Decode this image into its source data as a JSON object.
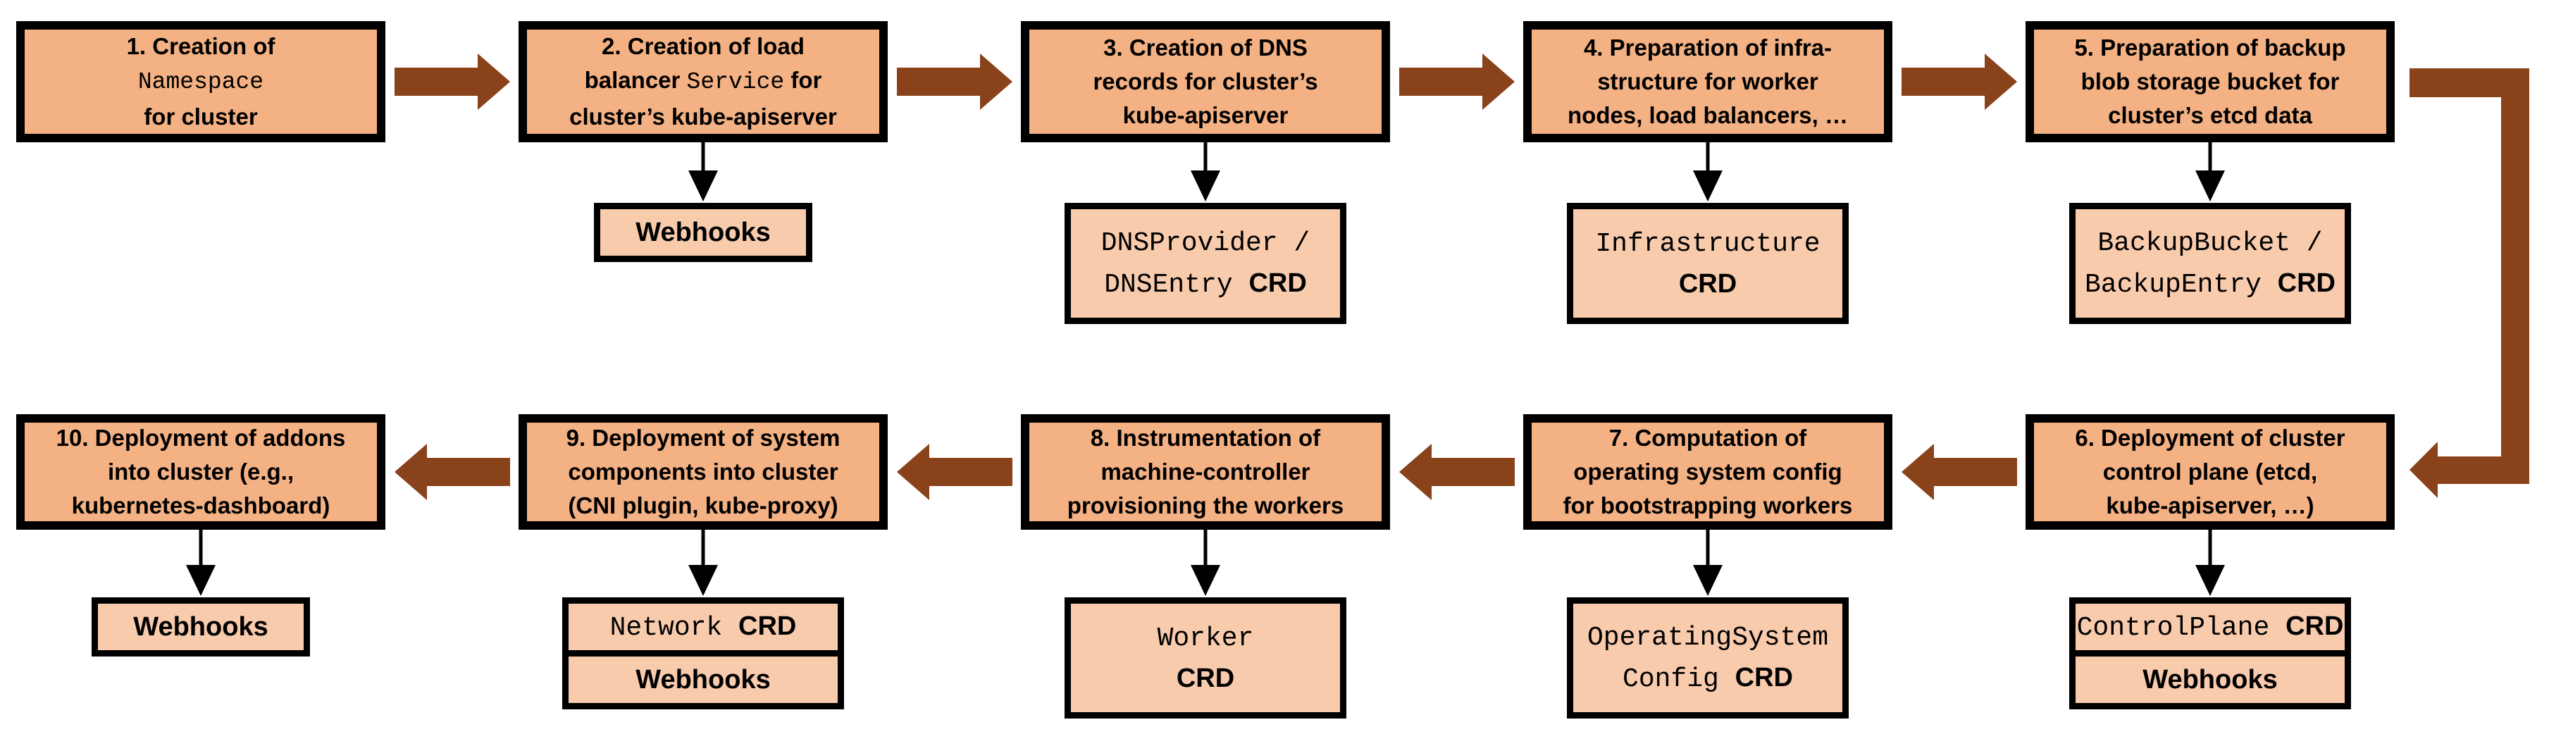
{
  "colors": {
    "step_fill": "#F4B183",
    "artifact_fill": "#F8CBAD",
    "border": "#000000",
    "flow_arrow": "#8A421B",
    "connector": "#000000",
    "background": "#FFFFFF"
  },
  "connections": [
    "1→2",
    "2→3",
    "3→4",
    "4→5",
    "5→6",
    "6→7",
    "7→8",
    "8→9",
    "9→10"
  ],
  "flow": {
    "top_row": "steps 1-5, arrows point right",
    "bottom_row": "steps 6-10, arrows point left",
    "turn": "after step 5 flow turns down on the right edge into step 6"
  },
  "steps": [
    {
      "id": 1,
      "title": [
        {
          "t": "1. Creation of\n"
        },
        {
          "t": "Namespace",
          "s": "mono"
        },
        {
          "t": "\nfor cluster"
        }
      ],
      "artifact": null
    },
    {
      "id": 2,
      "title": [
        {
          "t": "2. Creation of load\nbalancer "
        },
        {
          "t": "Service",
          "s": "mono"
        },
        {
          "t": " for\ncluster’s kube-apiserver"
        }
      ],
      "artifact": {
        "type": "single",
        "lines": [
          {
            "t": "Webhooks"
          }
        ]
      }
    },
    {
      "id": 3,
      "title": [
        {
          "t": "3. Creation of DNS\nrecords for cluster’s\nkube-apiserver"
        }
      ],
      "artifact": {
        "type": "single",
        "lines": [
          {
            "t": "DNSProvider /\nDNSEntry ",
            "s": "mono"
          },
          {
            "t": "CRD"
          }
        ]
      }
    },
    {
      "id": 4,
      "title": [
        {
          "t": "4. Preparation of infra-\nstructure for worker\nnodes, load balancers, …"
        }
      ],
      "artifact": {
        "type": "single",
        "lines": [
          {
            "t": "Infrastructure\n",
            "s": "mono"
          },
          {
            "t": "CRD"
          }
        ]
      }
    },
    {
      "id": 5,
      "title": [
        {
          "t": "5. Preparation of backup\nblob storage bucket for\ncluster’s etcd data"
        }
      ],
      "artifact": {
        "type": "single",
        "lines": [
          {
            "t": "BackupBucket /\nBackupEntry ",
            "s": "mono"
          },
          {
            "t": "CRD"
          }
        ]
      }
    },
    {
      "id": 6,
      "title": [
        {
          "t": "6. Deployment of cluster\ncontrol plane (etcd,\nkube-apiserver, …)"
        }
      ],
      "artifact": {
        "type": "stack",
        "cells": [
          [
            {
              "t": "ControlPlane ",
              "s": "mono"
            },
            {
              "t": "CRD"
            }
          ],
          [
            {
              "t": "Webhooks"
            }
          ]
        ]
      }
    },
    {
      "id": 7,
      "title": [
        {
          "t": "7. Computation of\noperating system config\nfor bootstrapping workers"
        }
      ],
      "artifact": {
        "type": "single",
        "lines": [
          {
            "t": "OperatingSystem\nConfig ",
            "s": "mono"
          },
          {
            "t": "CRD"
          }
        ]
      }
    },
    {
      "id": 8,
      "title": [
        {
          "t": "8. Instrumentation of\nmachine-controller\nprovisioning the workers"
        }
      ],
      "artifact": {
        "type": "single",
        "lines": [
          {
            "t": "Worker\n",
            "s": "mono"
          },
          {
            "t": "CRD"
          }
        ]
      }
    },
    {
      "id": 9,
      "title": [
        {
          "t": "9. Deployment of system\ncomponents into cluster\n(CNI plugin, kube-proxy)"
        }
      ],
      "artifact": {
        "type": "stack",
        "cells": [
          [
            {
              "t": "Network ",
              "s": "mono"
            },
            {
              "t": "CRD"
            }
          ],
          [
            {
              "t": "Webhooks"
            }
          ]
        ]
      }
    },
    {
      "id": 10,
      "title": [
        {
          "t": "10. Deployment of addons\ninto cluster (e.g.,\nkubernetes-dashboard)"
        }
      ],
      "artifact": {
        "type": "single",
        "lines": [
          {
            "t": "Webhooks"
          }
        ]
      }
    }
  ]
}
